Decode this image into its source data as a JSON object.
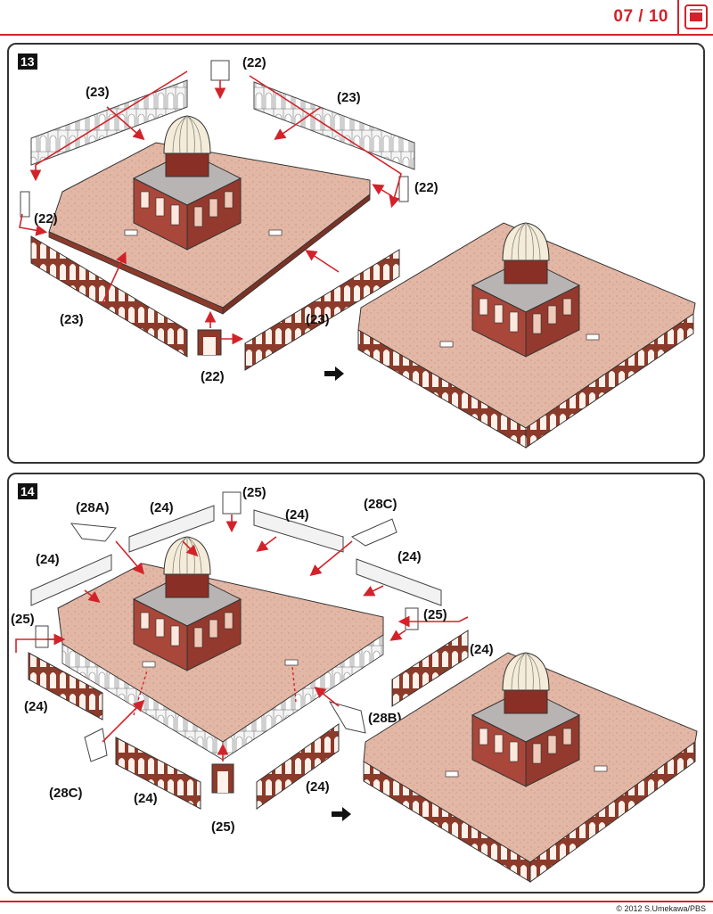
{
  "header": {
    "page": "07 / 10",
    "icon": "document-icon",
    "accent": "#d2232a"
  },
  "steps": [
    {
      "number": "13",
      "labels": {
        "l1": "(22)",
        "l2": "(23)",
        "l3": "(23)",
        "l4": "(22)",
        "l5": "(22)",
        "l6": "(23)",
        "l7": "(23)",
        "l8": "(22)"
      },
      "result_arrow": "right-arrow-icon"
    },
    {
      "number": "14",
      "labels": {
        "l1": "(25)",
        "l2": "(28A)",
        "l3": "(24)",
        "l4": "(24)",
        "l5": "(28C)",
        "l6": "(24)",
        "l7": "(24)",
        "l8": "(25)",
        "l9": "(25)",
        "l10": "(24)",
        "l11": "(24)",
        "l12": "(28B)",
        "l13": "(28C)",
        "l14": "(24)",
        "l15": "(24)",
        "l16": "(25)"
      },
      "result_arrow": "right-arrow-icon"
    }
  ],
  "footer": {
    "copyright": "© 2012 S.Umekawa/PBS"
  }
}
